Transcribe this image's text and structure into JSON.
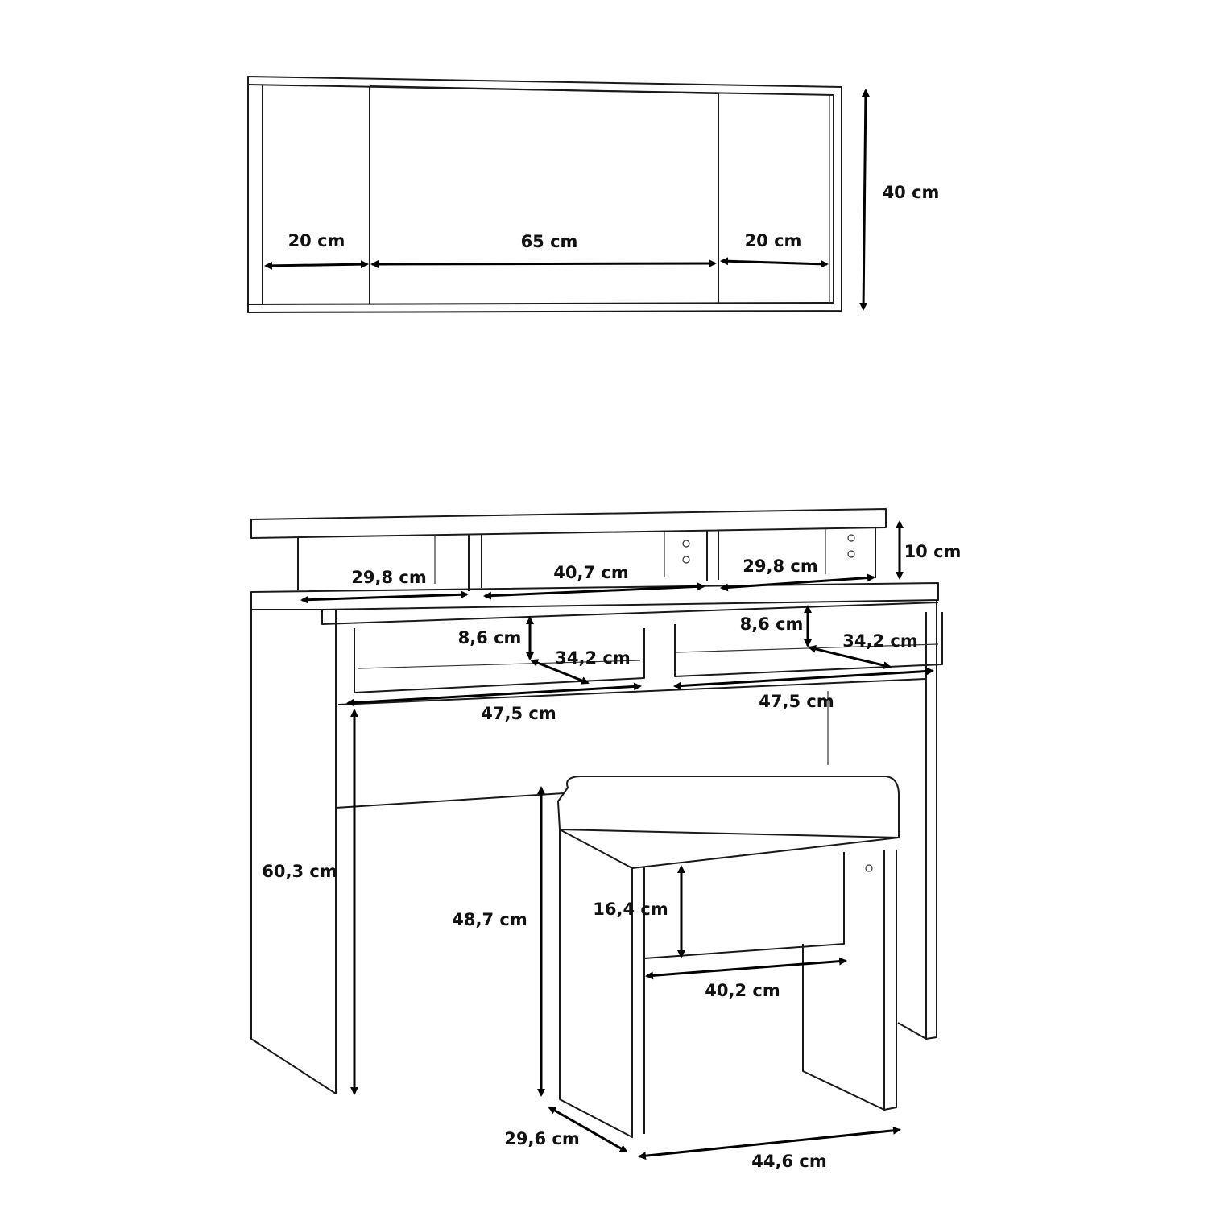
{
  "wall_shelf": {
    "height": "40 cm",
    "left_width": "20 cm",
    "mirror_width": "65 cm",
    "right_width": "20 cm"
  },
  "dressing_table": {
    "top_shelf_height": "10 cm",
    "shelf_left_width": "29,8 cm",
    "shelf_center_width": "40,7 cm",
    "shelf_right_width": "29,8 cm",
    "drawer_left_height": "8,6 cm",
    "drawer_left_depth": "34,2 cm",
    "drawer_right_height": "8,6 cm",
    "drawer_right_depth": "34,2 cm",
    "drawer_left_width": "47,5 cm",
    "drawer_right_width": "47,5 cm",
    "leg_height": "60,3 cm"
  },
  "stool": {
    "height": "48,7 cm",
    "inner_height": "16,4 cm",
    "inner_width": "40,2 cm",
    "depth": "29,6 cm",
    "width": "44,6 cm"
  }
}
